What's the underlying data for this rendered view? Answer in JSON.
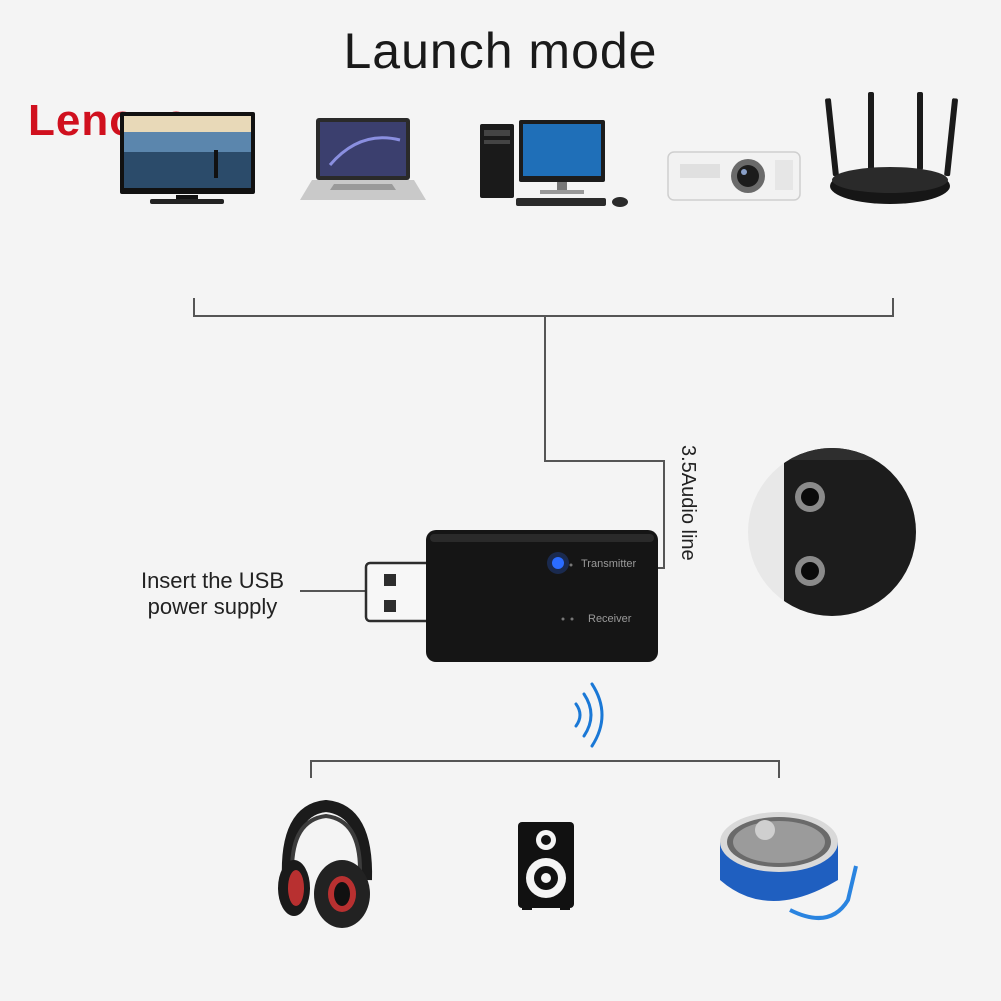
{
  "title": "Launch mode",
  "brand": "Lenovo",
  "source_devices": [
    {
      "name": "television"
    },
    {
      "name": "laptop"
    },
    {
      "name": "desktop-computer"
    },
    {
      "name": "projector"
    },
    {
      "name": "router"
    }
  ],
  "adapter": {
    "transmitter_label": "Transmitter",
    "receiver_label": "Receiver",
    "usb_label": "Insert the USB power supply",
    "audio_line_label": "3.5Audio line"
  },
  "output_devices": [
    {
      "name": "headphones"
    },
    {
      "name": "speaker"
    },
    {
      "name": "portable-speaker"
    }
  ],
  "colors": {
    "brand": "#d0101e",
    "led": "#2b6cff",
    "signal": "#1a78d6",
    "speaker_blue": "#1f5fc0"
  }
}
